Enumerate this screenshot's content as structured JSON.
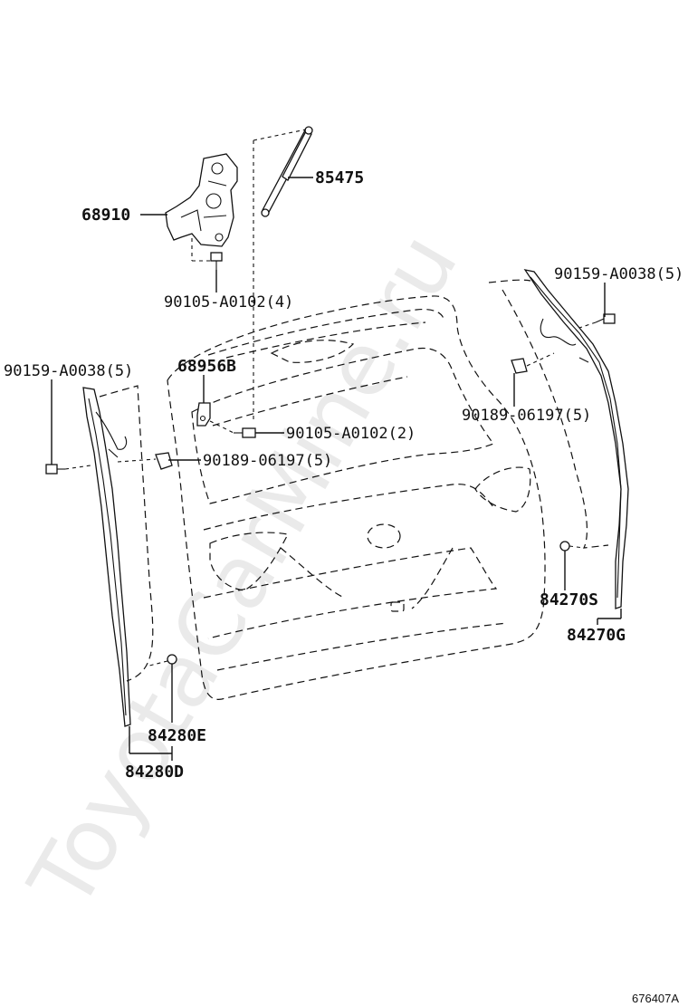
{
  "watermark": "ToyotaCarMine.ru",
  "figure_id": "676407A",
  "labels": {
    "p85475": "85475",
    "p68910": "68910",
    "p90105_a": "90105-A0102(4)",
    "p90159_r": "90159-A0038(5)",
    "p68956b": "68956B",
    "p90159_l": "90159-A0038(5)",
    "p90105_b": "90105-A0102(2)",
    "p90189_r": "90189-06197(5)",
    "p90189_l": "90189-06197(5)",
    "p84270s": "84270S",
    "p84270g": "84270G",
    "p84280e": "84280E",
    "p84280d": "84280D"
  }
}
